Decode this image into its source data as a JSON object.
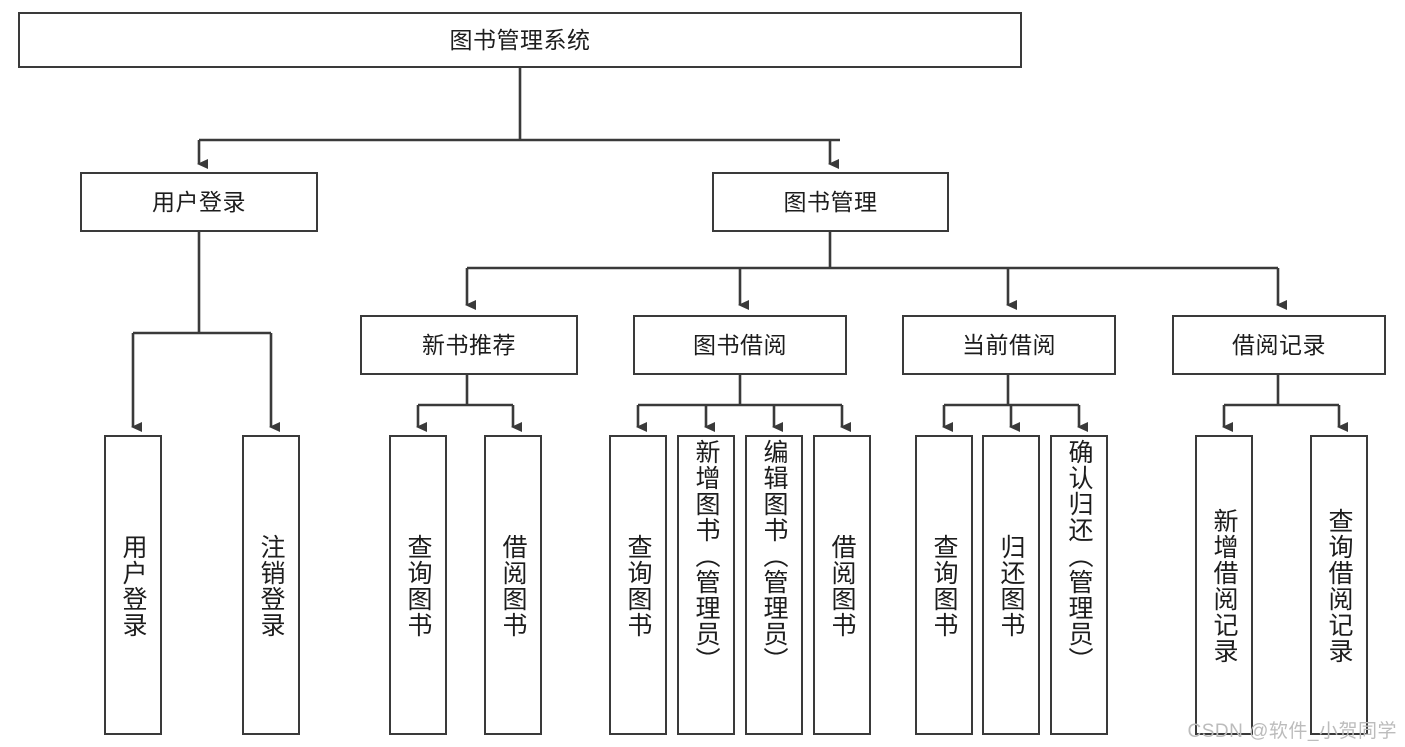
{
  "diagram": {
    "title": "图书管理系统",
    "watermark": "CSDN @软件_小贺同学",
    "stroke_color": "#3a3a3a",
    "text_color": "#1d1d1d",
    "background_color": "#ffffff",
    "levels": {
      "root": {
        "label": "图书管理系统"
      },
      "level2": [
        {
          "label": "用户登录"
        },
        {
          "label": "图书管理"
        }
      ],
      "level3": [
        {
          "label": "新书推荐"
        },
        {
          "label": "图书借阅"
        },
        {
          "label": "当前借阅"
        },
        {
          "label": "借阅记录"
        }
      ],
      "leaves": {
        "user_login": [
          {
            "label": "用户登录"
          },
          {
            "label": "注销登录"
          }
        ],
        "new_book_recommend": [
          {
            "label": "查询图书"
          },
          {
            "label": "借阅图书"
          }
        ],
        "book_borrow": [
          {
            "label": "查询图书"
          },
          {
            "label": "新增图书（管理员）"
          },
          {
            "label": "编辑图书（管理员）"
          },
          {
            "label": "借阅图书"
          }
        ],
        "current_borrow": [
          {
            "label": "查询图书"
          },
          {
            "label": "归还图书"
          },
          {
            "label": "确认归还（管理员）"
          }
        ],
        "borrow_record": [
          {
            "label": "新增借阅记录"
          },
          {
            "label": "查询借阅记录"
          }
        ]
      }
    }
  }
}
